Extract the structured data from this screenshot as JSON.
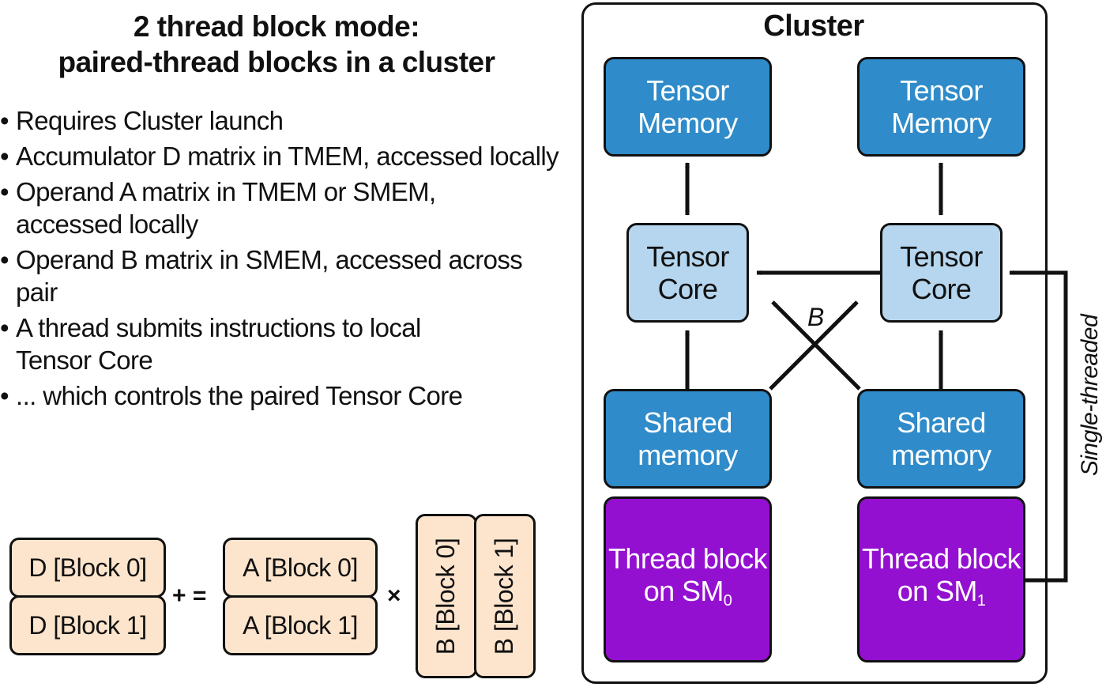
{
  "title": {
    "line1": "2 thread block mode:",
    "line2": "paired-thread blocks in a cluster"
  },
  "bullets": [
    {
      "line1": "Requires Cluster launch",
      "line2": ""
    },
    {
      "line1": "Accumulator D matrix in TMEM, accessed locally",
      "line2": ""
    },
    {
      "line1": "Operand A matrix in TMEM or SMEM,",
      "line2": "accessed locally"
    },
    {
      "line1": "Operand B matrix in SMEM, accessed across pair",
      "line2": ""
    },
    {
      "line1": "A thread submits instructions to local",
      "line2": "Tensor Core"
    },
    {
      "line1": "... which controls the paired Tensor Core",
      "line2": ""
    }
  ],
  "bullet_marker": "•",
  "equation": {
    "d_block0": "D [Block 0]",
    "d_block1": "D [Block 1]",
    "plus_equals": "+ =",
    "a_block0": "A [Block 0]",
    "a_block1": "A [Block 1]",
    "times": "×",
    "b_block0": "B [Block 0]",
    "b_block1": "B [Block 1]",
    "colors": {
      "matrix_fill": "#fde5cd"
    }
  },
  "cluster": {
    "label": "Cluster",
    "tensor_memory": {
      "line1": "Tensor",
      "line2": "Memory"
    },
    "tensor_core": {
      "line1": "Tensor",
      "line2": "Core"
    },
    "shared_memory": {
      "line1": "Shared",
      "line2": "memory"
    },
    "thread_block_0": {
      "line1": "Thread block",
      "line2_prefix": "on SM",
      "subscript": "0"
    },
    "thread_block_1": {
      "line1": "Thread block",
      "line2_prefix": "on SM",
      "subscript": "1"
    },
    "cross_label": "B",
    "side_label": "Single-threaded",
    "colors": {
      "memory_fill": "#2f8bc9",
      "core_fill": "#b5d6ee",
      "thread_block_fill": "#9410d0",
      "outline": "#111111"
    }
  }
}
